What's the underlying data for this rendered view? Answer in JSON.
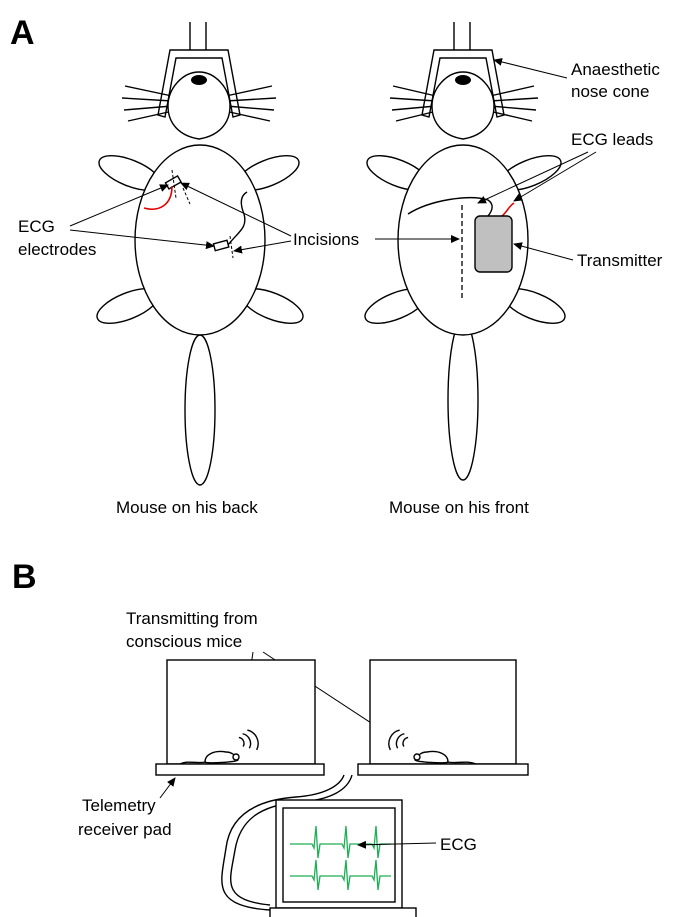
{
  "panel_a": {
    "label": "A",
    "nose_cone_label_line1": "Anaesthetic",
    "nose_cone_label_line2": "nose cone",
    "ecg_leads_label": "ECG leads",
    "ecg_electrodes_label_line1": "ECG",
    "ecg_electrodes_label_line2": "electrodes",
    "incisions_label": "Incisions",
    "transmitter_label": "Transmitter",
    "caption_back": "Mouse on his back",
    "caption_front": "Mouse on his front"
  },
  "panel_b": {
    "label": "B",
    "transmitting_label_line1": "Transmitting from",
    "transmitting_label_line2": "conscious mice",
    "receiver_label_line1": "Telemetry",
    "receiver_label_line2": "receiver pad",
    "ecg_label": "ECG"
  },
  "colors": {
    "ecg_trace": "#1fae55",
    "lead_wire": "#e00000",
    "transmitter_fill": "#c0c0c0"
  }
}
